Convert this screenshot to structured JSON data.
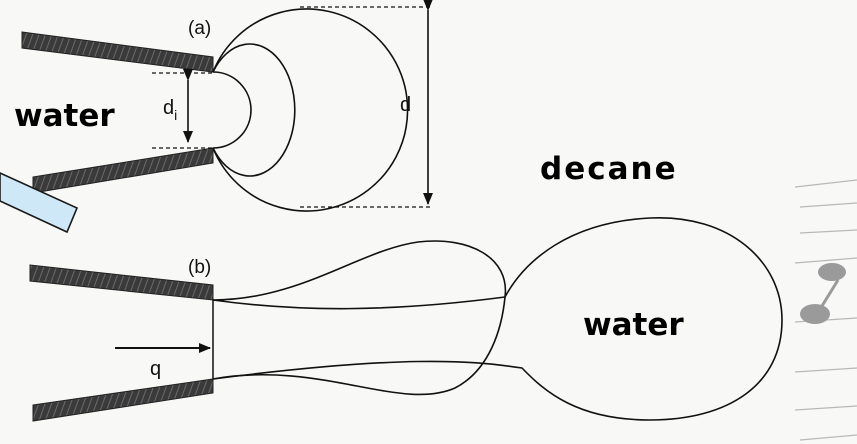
{
  "figure": {
    "panel_a": {
      "label": "(a)",
      "inner_fluid": "water",
      "inner_diameter_label": "d",
      "inner_diameter_subscript": "i",
      "drop_diameter_label": "d"
    },
    "outer_fluid": "decane",
    "panel_b": {
      "label": "(b)",
      "flow_label": "q",
      "drop_fluid": "water"
    }
  },
  "colors": {
    "background": "#f8f8f6",
    "ink": "#111111",
    "nozzle_wall": "#3a3a3a",
    "tube_fill": "#cfe8f7",
    "tube_stroke": "#1a1a1a",
    "streak": "#b8b8b8",
    "blob": "#9a9a9a"
  }
}
